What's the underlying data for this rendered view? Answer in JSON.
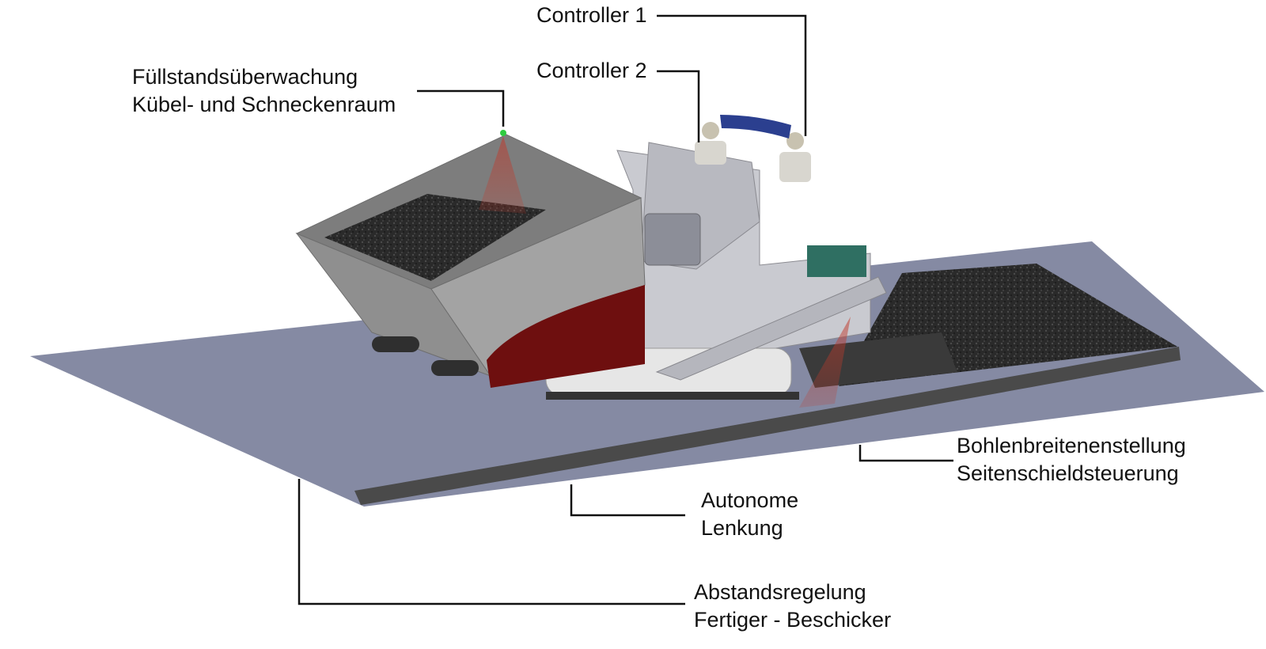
{
  "labels": {
    "controller_1": "Controller 1",
    "controller_2": "Controller 2",
    "fill_level_line1": "Füllstandsüberwachung",
    "fill_level_line2": "Kübel- und Schneckenraum",
    "screed_width_line1": "Bohlenbreitenenstellung",
    "screed_width_line2": "Seitenschieldsteuerung",
    "steering_line1": "Autonome",
    "steering_line2": "Lenkung",
    "distance_line1": "Abstandsregelung",
    "distance_line2": "Fertiger - Beschicker"
  },
  "colors": {
    "ground": "#858aa3",
    "hopper": "#8f8f8f",
    "hopper_dark": "#6e6e6e",
    "asphalt": "#2a2a2a",
    "body": "#c9cad0",
    "red_panel": "#6e0f0f",
    "sensor_beam": "#c0392b",
    "display": "#2b3f8f",
    "leader_line": "#111111"
  }
}
